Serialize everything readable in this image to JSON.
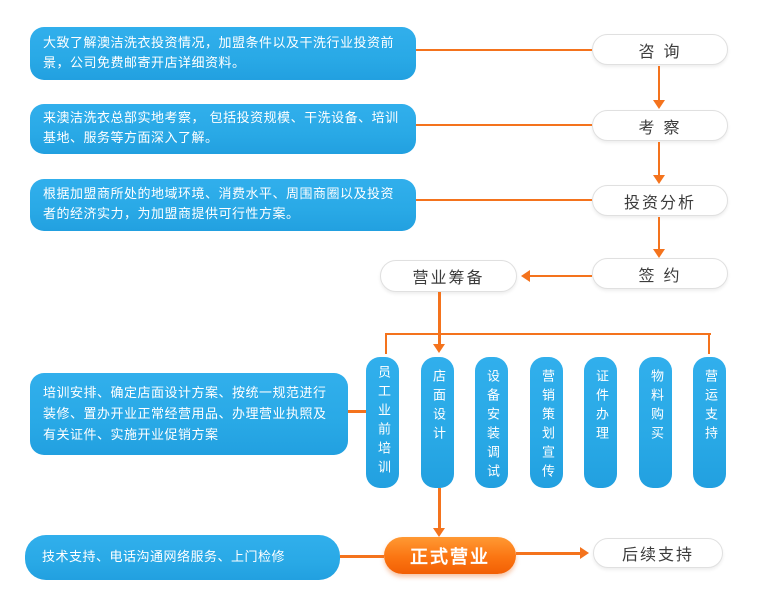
{
  "colors": {
    "blue": "#29A9E6",
    "orange": "#F4731D",
    "cta_top": "#FF9933",
    "cta_bottom": "#F25F04",
    "pill_border": "#E0E0E0",
    "pill_text": "#3C3C3C",
    "block_text": "#FFFFFF"
  },
  "left_blocks": [
    {
      "text": "大致了解澳洁洗衣投资情况，加盟条件以及干洗行业投资前景，公司免费邮寄开店详细资料。"
    },
    {
      "text": "来澳洁洗衣总部实地考察， 包括投资规模、干洗设备、培训基地、服务等方面深入了解。"
    },
    {
      "text": "根据加盟商所处的地域环境、消费水平、周围商圈以及投资者的经济实力，为加盟商提供可行性方案。"
    },
    {
      "text": "培训安排、确定店面设计方案、按统一规范进行装修、置办开业正常经营用品、办理营业执照及有关证件、实施开业促销方案"
    },
    {
      "text": "技术支持、电话沟通网络服务、上门检修"
    }
  ],
  "steps": [
    {
      "label": "咨 询"
    },
    {
      "label": "考 察"
    },
    {
      "label": "投资分析"
    },
    {
      "label": "签 约"
    },
    {
      "label": "营业筹备"
    },
    {
      "label": "正式营业"
    },
    {
      "label": "后续支持"
    }
  ],
  "prep_columns": [
    {
      "label": "员工业前培训"
    },
    {
      "label": "店面设计"
    },
    {
      "label": "设备安装调试"
    },
    {
      "label": "营销策划宣传"
    },
    {
      "label": "证件办理"
    },
    {
      "label": "物料购买"
    },
    {
      "label": "营运支持"
    }
  ]
}
